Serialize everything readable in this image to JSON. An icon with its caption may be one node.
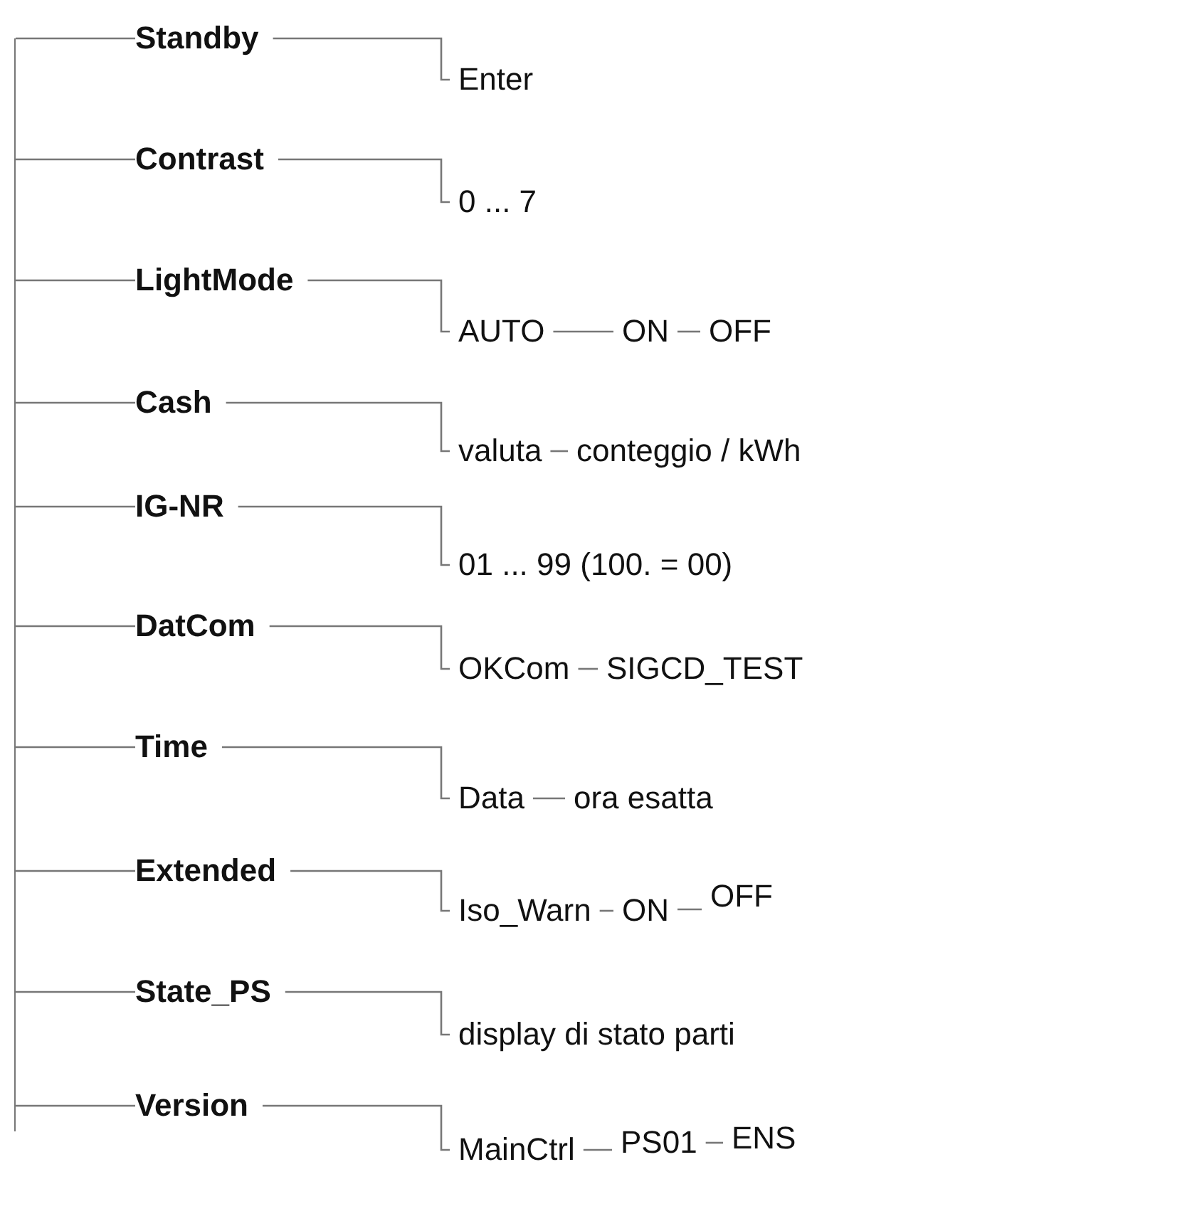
{
  "diagram": {
    "nodes": [
      {
        "text": [],
        "shape": "bar"
      },
      {
        "text": [
          "Standby"
        ]
      },
      {
        "text": [
          "Enter"
        ]
      },
      {
        "text": [
          "Contrast"
        ]
      },
      {
        "text": [
          "0 ... 7"
        ]
      },
      {
        "text": [
          "LightMode"
        ]
      },
      {
        "text": [
          "AUTO"
        ]
      },
      {
        "text": [
          "ON"
        ]
      },
      {
        "text": [
          "OFF"
        ]
      },
      {
        "text": [
          "Cash"
        ]
      },
      {
        "text": [
          "valuta"
        ]
      },
      {
        "text": [
          "conteggio / kWh"
        ]
      },
      {
        "text": [
          "IG-NR"
        ]
      },
      {
        "text": [
          "01 ... 99 (100. = 00)"
        ]
      },
      {
        "text": [
          "DatCom"
        ]
      },
      {
        "text": [
          "OKCom"
        ]
      },
      {
        "text": [
          "SIGCD_TEST"
        ]
      },
      {
        "text": [
          "Time"
        ]
      },
      {
        "text": [
          "Data"
        ]
      },
      {
        "text": [
          "ora esatta"
        ]
      },
      {
        "text": [
          "Extended"
        ]
      },
      {
        "text": [
          "Iso_Warn"
        ]
      },
      {
        "text": [
          "ON"
        ]
      },
      {
        "text": [
          "OFF"
        ]
      },
      {
        "text": [
          "State_PS"
        ]
      },
      {
        "text": [
          "display di stato parti"
        ]
      },
      {
        "text": [
          "Version"
        ]
      },
      {
        "text": [
          "MainCtrl"
        ]
      },
      {
        "text": [
          "PS01"
        ]
      },
      {
        "text": [
          "ENS"
        ]
      }
    ],
    "edges": [
      {
        "from": 0,
        "to": 1,
        "arrow": "none"
      },
      {
        "from": 0,
        "to": 3,
        "arrow": "none"
      },
      {
        "from": 0,
        "to": 5,
        "arrow": "none"
      },
      {
        "from": 0,
        "to": 9,
        "arrow": "none"
      },
      {
        "from": 0,
        "to": 12,
        "arrow": "none"
      },
      {
        "from": 0,
        "to": 14,
        "arrow": "none"
      },
      {
        "from": 0,
        "to": 17,
        "arrow": "none"
      },
      {
        "from": 0,
        "to": 20,
        "arrow": "none"
      },
      {
        "from": 0,
        "to": 24,
        "arrow": "none"
      },
      {
        "from": 0,
        "to": 26,
        "arrow": "none"
      },
      {
        "from": 1,
        "to": 2,
        "arrow": "none"
      },
      {
        "from": 3,
        "to": 4,
        "arrow": "none"
      },
      {
        "from": 5,
        "to": 6,
        "arrow": "none"
      },
      {
        "from": 6,
        "to": 7,
        "arrow": "none"
      },
      {
        "from": 7,
        "to": 8,
        "arrow": "none"
      },
      {
        "from": 9,
        "to": 10,
        "arrow": "none"
      },
      {
        "from": 10,
        "to": 11,
        "arrow": "none"
      },
      {
        "from": 12,
        "to": 13,
        "arrow": "none"
      },
      {
        "from": 14,
        "to": 15,
        "arrow": "none"
      },
      {
        "from": 15,
        "to": 16,
        "arrow": "none"
      },
      {
        "from": 17,
        "to": 18,
        "arrow": "none"
      },
      {
        "from": 18,
        "to": 19,
        "arrow": "none"
      },
      {
        "from": 20,
        "to": 21,
        "arrow": "none"
      },
      {
        "from": 21,
        "to": 22,
        "arrow": "none"
      },
      {
        "from": 22,
        "to": 23,
        "arrow": "none"
      },
      {
        "from": 24,
        "to": 25,
        "arrow": "none"
      },
      {
        "from": 26,
        "to": 27,
        "arrow": "none"
      },
      {
        "from": 27,
        "to": 28,
        "arrow": "none"
      },
      {
        "from": 28,
        "to": 29,
        "arrow": "none"
      }
    ]
  }
}
